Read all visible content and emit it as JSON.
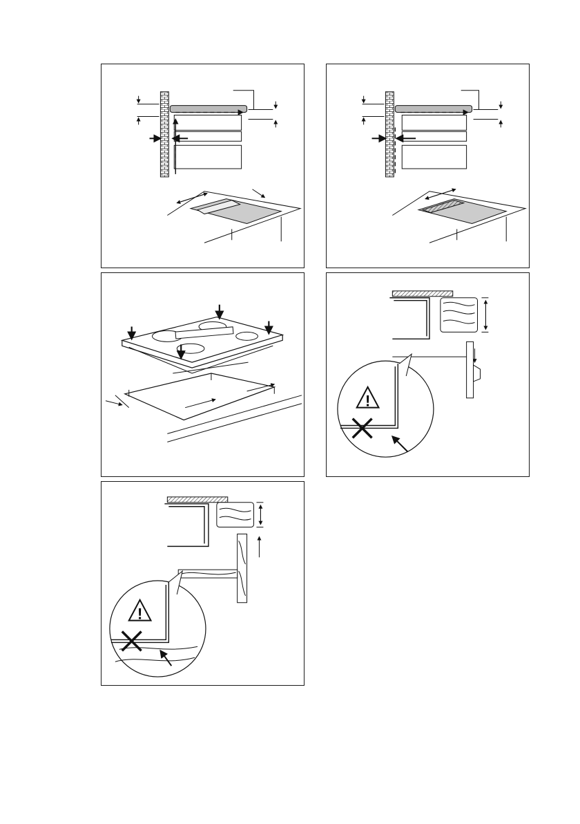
{
  "panels": [
    {
      "id": "p1",
      "name": "installation-panel-ventilation-a"
    },
    {
      "id": "p2",
      "name": "installation-panel-ventilation-b"
    },
    {
      "id": "p3",
      "name": "installation-panel-hob-insertion"
    },
    {
      "id": "p4",
      "name": "installation-panel-drawer-warning"
    },
    {
      "id": "p5",
      "name": "installation-panel-shelf-warning"
    }
  ],
  "warnings": {
    "symbol": "!"
  },
  "colors": {
    "line": "#1a1a1a",
    "fill_grey": "#cccccc",
    "hatch": "#333333"
  },
  "footer_text": ""
}
